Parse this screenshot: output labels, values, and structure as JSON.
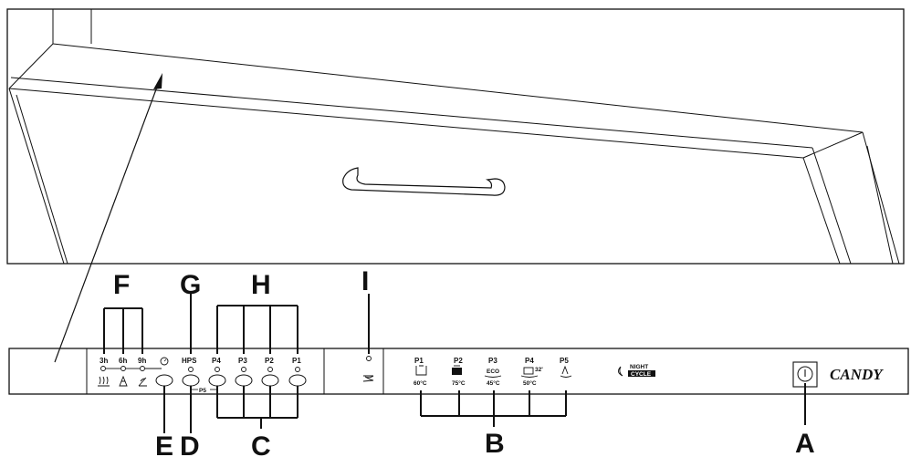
{
  "callouts": {
    "a": "A",
    "b": "B",
    "c": "C",
    "d": "D",
    "e": "E",
    "f": "F",
    "g": "G",
    "h": "H",
    "i": "I"
  },
  "panel": {
    "delay_labels": [
      "3h",
      "6h",
      "9h"
    ],
    "hps_label": "HPS",
    "p5_label": "P5",
    "option_labels": [
      "P4",
      "P3",
      "P2",
      "P1"
    ],
    "programs": [
      {
        "name": "P1",
        "temp": "60°C"
      },
      {
        "name": "P2",
        "temp": "75°C"
      },
      {
        "name": "P3",
        "temp": "45°C",
        "tag": "ECO"
      },
      {
        "name": "P4",
        "temp": "50°C",
        "tag": "32'"
      },
      {
        "name": "P5",
        "temp": ""
      }
    ],
    "night_label": "NIGHT",
    "cycle_label": "CYCLE",
    "brand": "CANDY"
  }
}
